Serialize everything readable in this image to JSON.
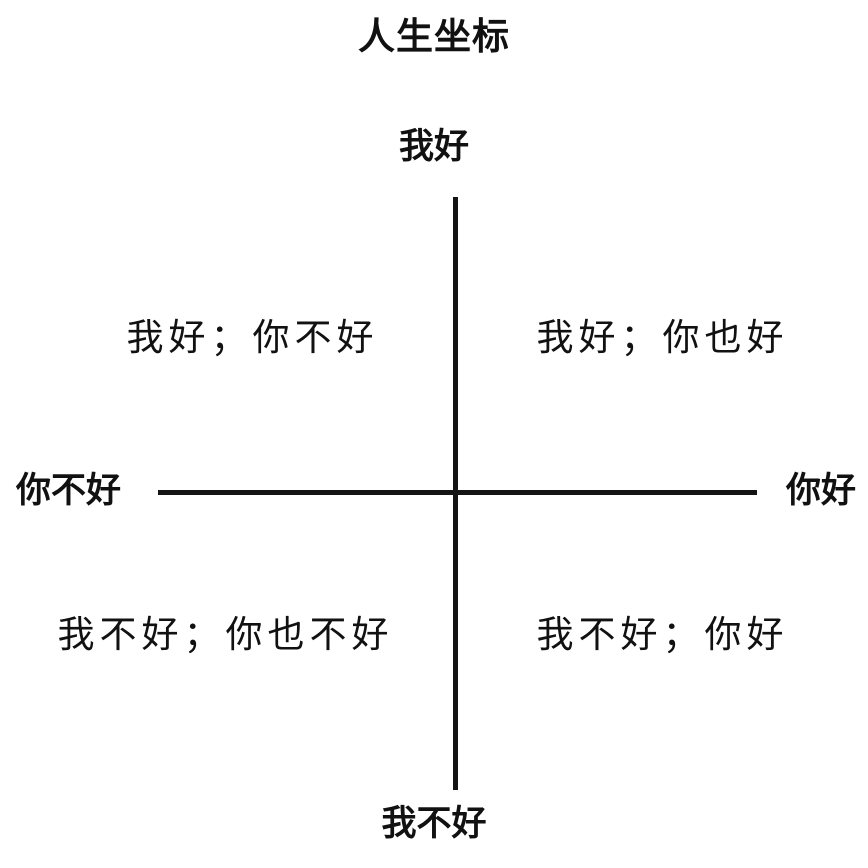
{
  "chart_data": {
    "type": "scatter",
    "title": "人生坐标",
    "xlabel": "",
    "ylabel": "",
    "grid": false,
    "legend": "none",
    "axes": {
      "y_positive_label": "我好",
      "y_negative_label": "我不好",
      "x_negative_label": "你不好",
      "x_positive_label": "你好"
    },
    "quadrants": [
      {
        "position": "top-left",
        "label": "我好；你不好"
      },
      {
        "position": "top-right",
        "label": "我好；你也好"
      },
      {
        "position": "bottom-left",
        "label": "我不好；你也不好"
      },
      {
        "position": "bottom-right",
        "label": "我不好；你好"
      }
    ],
    "values": [],
    "categories": []
  },
  "colors": {
    "background": "#ffffff",
    "ink": "#111111",
    "axis": "#141414"
  }
}
